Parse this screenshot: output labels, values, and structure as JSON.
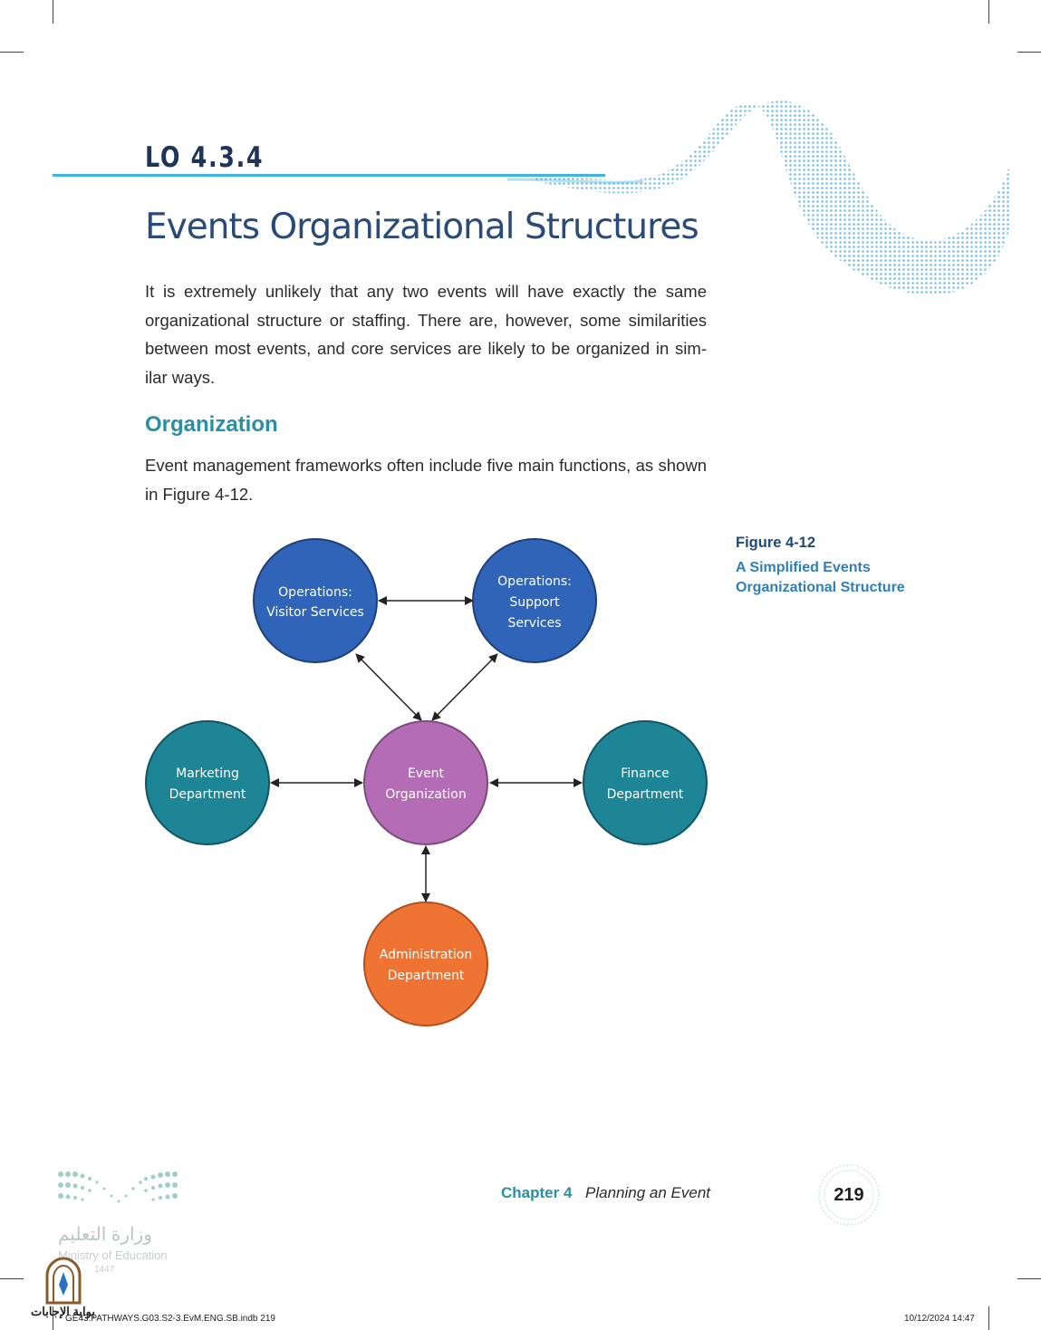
{
  "header": {
    "lo_code": "LO 4.3.4",
    "title": "Events Organizational Structures"
  },
  "intro_paragraph": "It is extremely unlikely that any two events will have exactly the same organizational structure or staffing. There are, however, some similarities between most events, and core services are likely to be organized in sim-ilar ways.",
  "section": {
    "heading": "Organization",
    "paragraph": "Event management frameworks often include five main functions, as shown in Figure 4-12."
  },
  "figure": {
    "number": "Figure 4-12",
    "caption": "A Simplified Events Organizational Structure",
    "nodes": {
      "ops_visitor": {
        "line1": "Operations:",
        "line2": "Visitor Services",
        "color": "#2f64b8"
      },
      "ops_support": {
        "line1": "Operations:",
        "line2": "Support",
        "line3": "Services",
        "color": "#2f64b8"
      },
      "marketing": {
        "line1": "Marketing",
        "line2": "Department",
        "color": "#1d8596"
      },
      "event_org": {
        "line1": "Event",
        "line2": "Organization",
        "color": "#b46db5"
      },
      "finance": {
        "line1": "Finance",
        "line2": "Department",
        "color": "#1d8596"
      },
      "admin": {
        "line1": "Administration",
        "line2": "Department",
        "color": "#ef7433"
      }
    }
  },
  "footer": {
    "chapter": "Chapter 4",
    "subject": "Planning an Event",
    "page_number": "219",
    "ministry_ar": "وزارة التعليم",
    "ministry_en": "Ministry of Education",
    "ministry_year": "1447",
    "gate_text": "بوابة الإجابات",
    "file_slug": "GE43.PATHWAYS.G03.S2-3.EvM.ENG.SB.indb   219",
    "timestamp": "10/12/2024   14:47"
  }
}
